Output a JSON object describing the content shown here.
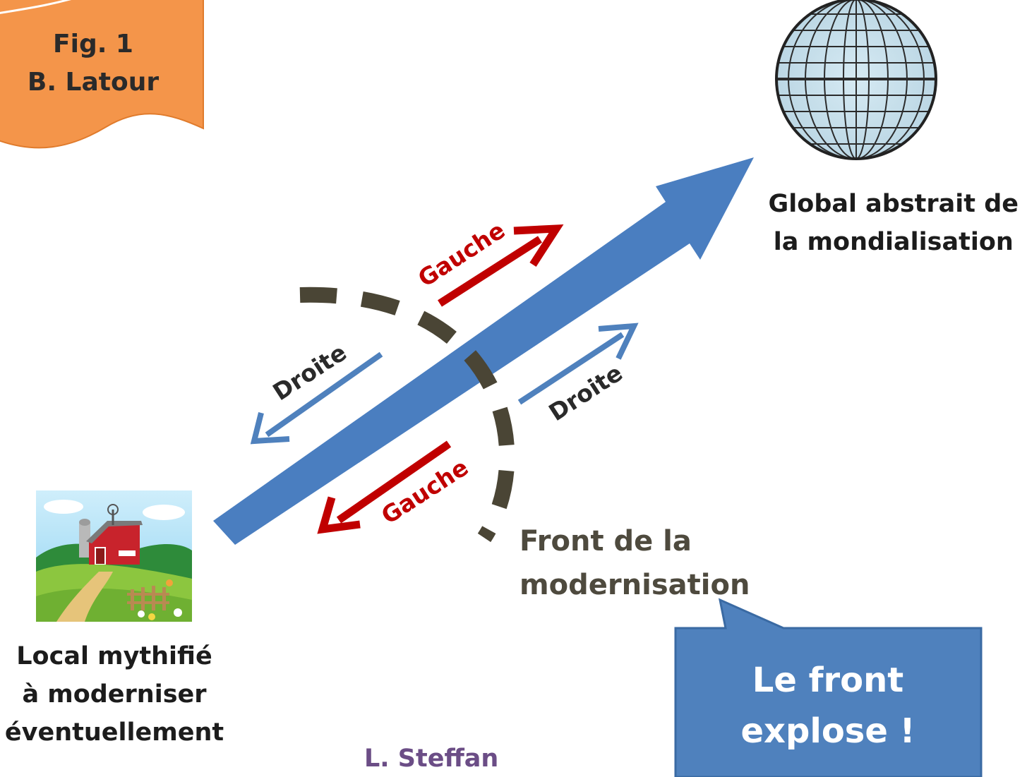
{
  "badge": {
    "line1": "Fig. 1",
    "line2": "B. Latour",
    "color": "#f4954a"
  },
  "globe_icon": "globe-icon",
  "farm_icon": "farm-illustration",
  "global_label": {
    "line1": "Global abstrait de",
    "line2": "la mondialisation"
  },
  "local_label": {
    "line1": "Local mythifié",
    "line2": "à moderniser",
    "line3": "éventuellement"
  },
  "front_label": {
    "line1": "Front de la",
    "line2": "modernisation"
  },
  "arrows": {
    "gauche_upper": "Gauche",
    "gauche_lower": "Gauche",
    "droite_upper": "Droite",
    "droite_lower": "Droite"
  },
  "callout": {
    "line1": "Le front",
    "line2": "explose !",
    "color": "#4f81bd"
  },
  "author": "L. Steffan",
  "colors": {
    "main_arrow": "#4a7ec0",
    "gauche": "#c00000",
    "droite": "#4f81bd",
    "front_curve": "#4a4535"
  }
}
